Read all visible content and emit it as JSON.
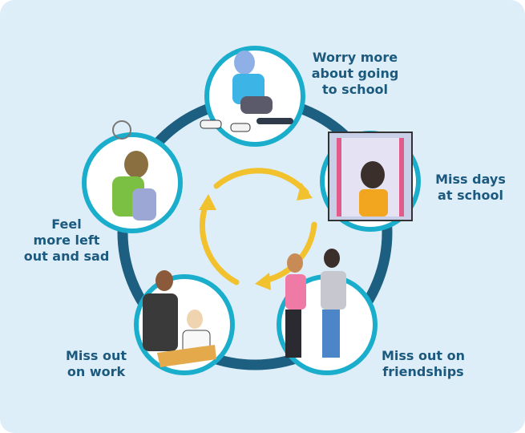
{
  "title": "Cycle of school avoidance",
  "steps": [
    {
      "label_lines": [
        "Worry more",
        "about going",
        "to school"
      ],
      "icon": "teen-sitting-on-skateboard"
    },
    {
      "label_lines": [
        "Miss days",
        "at school"
      ],
      "icon": "child-at-window"
    },
    {
      "label_lines": [
        "Miss out on",
        "friendships"
      ],
      "icon": "two-friends-walking"
    },
    {
      "label_lines": [
        "Miss out",
        "on work"
      ],
      "icon": "teacher-and-student"
    },
    {
      "label_lines": [
        "Feel",
        "more left",
        "out and sad"
      ],
      "icon": "sad-child-hugging-knees"
    }
  ],
  "colors": {
    "background": "#deeef8",
    "ring": "#1d5f80",
    "circle_border": "#1aaecc",
    "arrows": "#f2c12e",
    "text": "#1b5a7e"
  }
}
